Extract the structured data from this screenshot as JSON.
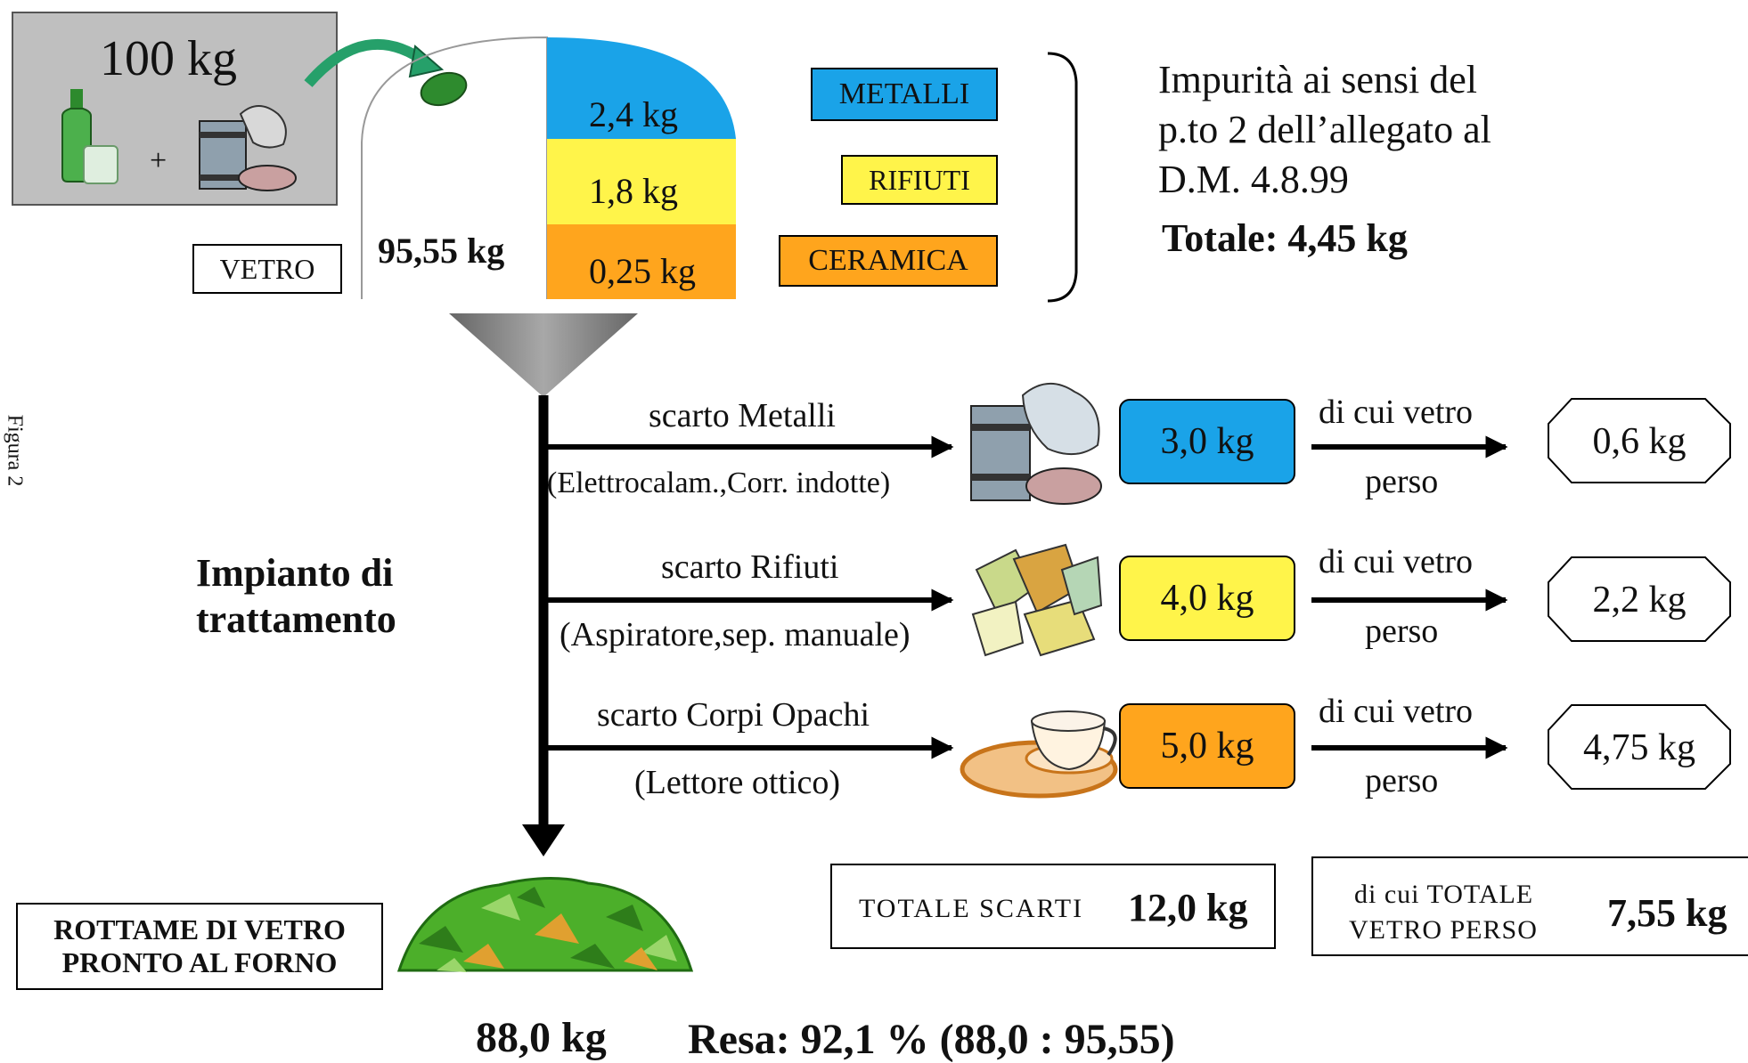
{
  "input": {
    "weight": "100 kg",
    "plus": "+"
  },
  "vetro_label": "VETRO",
  "glass_weight": "95,55 kg",
  "impurities": [
    {
      "value": "2,4 kg",
      "label": "METALLI",
      "color": "#1aa3e8"
    },
    {
      "value": "1,8 kg",
      "label": "RIFIUTI",
      "color": "#fff44a"
    },
    {
      "value": "0,25 kg",
      "label": "CERAMICA",
      "color": "#ffa51d"
    }
  ],
  "legend_text": {
    "line1": "Impurità ai sensi del",
    "line2": "p.to 2 dell’allegato al",
    "line3": "D.M. 4.8.99",
    "total": "Totale: 4,45 kg"
  },
  "side_caption": "Figura 2",
  "plant_label": {
    "line1": "Impianto di",
    "line2": "trattamento"
  },
  "streams": [
    {
      "name": "scarto Metalli",
      "detail": "(Elettrocalam.,Corr. indotte)",
      "amount": "3,0 kg",
      "color": "#1aa3e8",
      "lost_label_1": "di cui vetro",
      "lost_label_2": "perso",
      "lost": "0,6 kg"
    },
    {
      "name": "scarto Rifiuti",
      "detail": "(Aspiratore,sep. manuale)",
      "amount": "4,0 kg",
      "color": "#fff44a",
      "lost_label_1": "di cui vetro",
      "lost_label_2": "perso",
      "lost": "2,2 kg"
    },
    {
      "name": "scarto Corpi Opachi",
      "detail": "(Lettore ottico)",
      "amount": "5,0 kg",
      "color": "#ffa51d",
      "lost_label_1": "di cui vetro",
      "lost_label_2": "perso",
      "lost": "4,75 kg"
    }
  ],
  "totals": {
    "scarti_label": "TOTALE SCARTI",
    "scarti_value": "12,0 kg",
    "perso_label_1": "di cui TOTALE",
    "perso_label_2": "VETRO PERSO",
    "perso_value": "7,55 kg"
  },
  "output": {
    "label_1": "ROTTAME DI VETRO",
    "label_2": "PRONTO AL FORNO",
    "weight": "88,0 kg",
    "resa": "Resa: 92,1 % (88,0 : 95,55)"
  }
}
